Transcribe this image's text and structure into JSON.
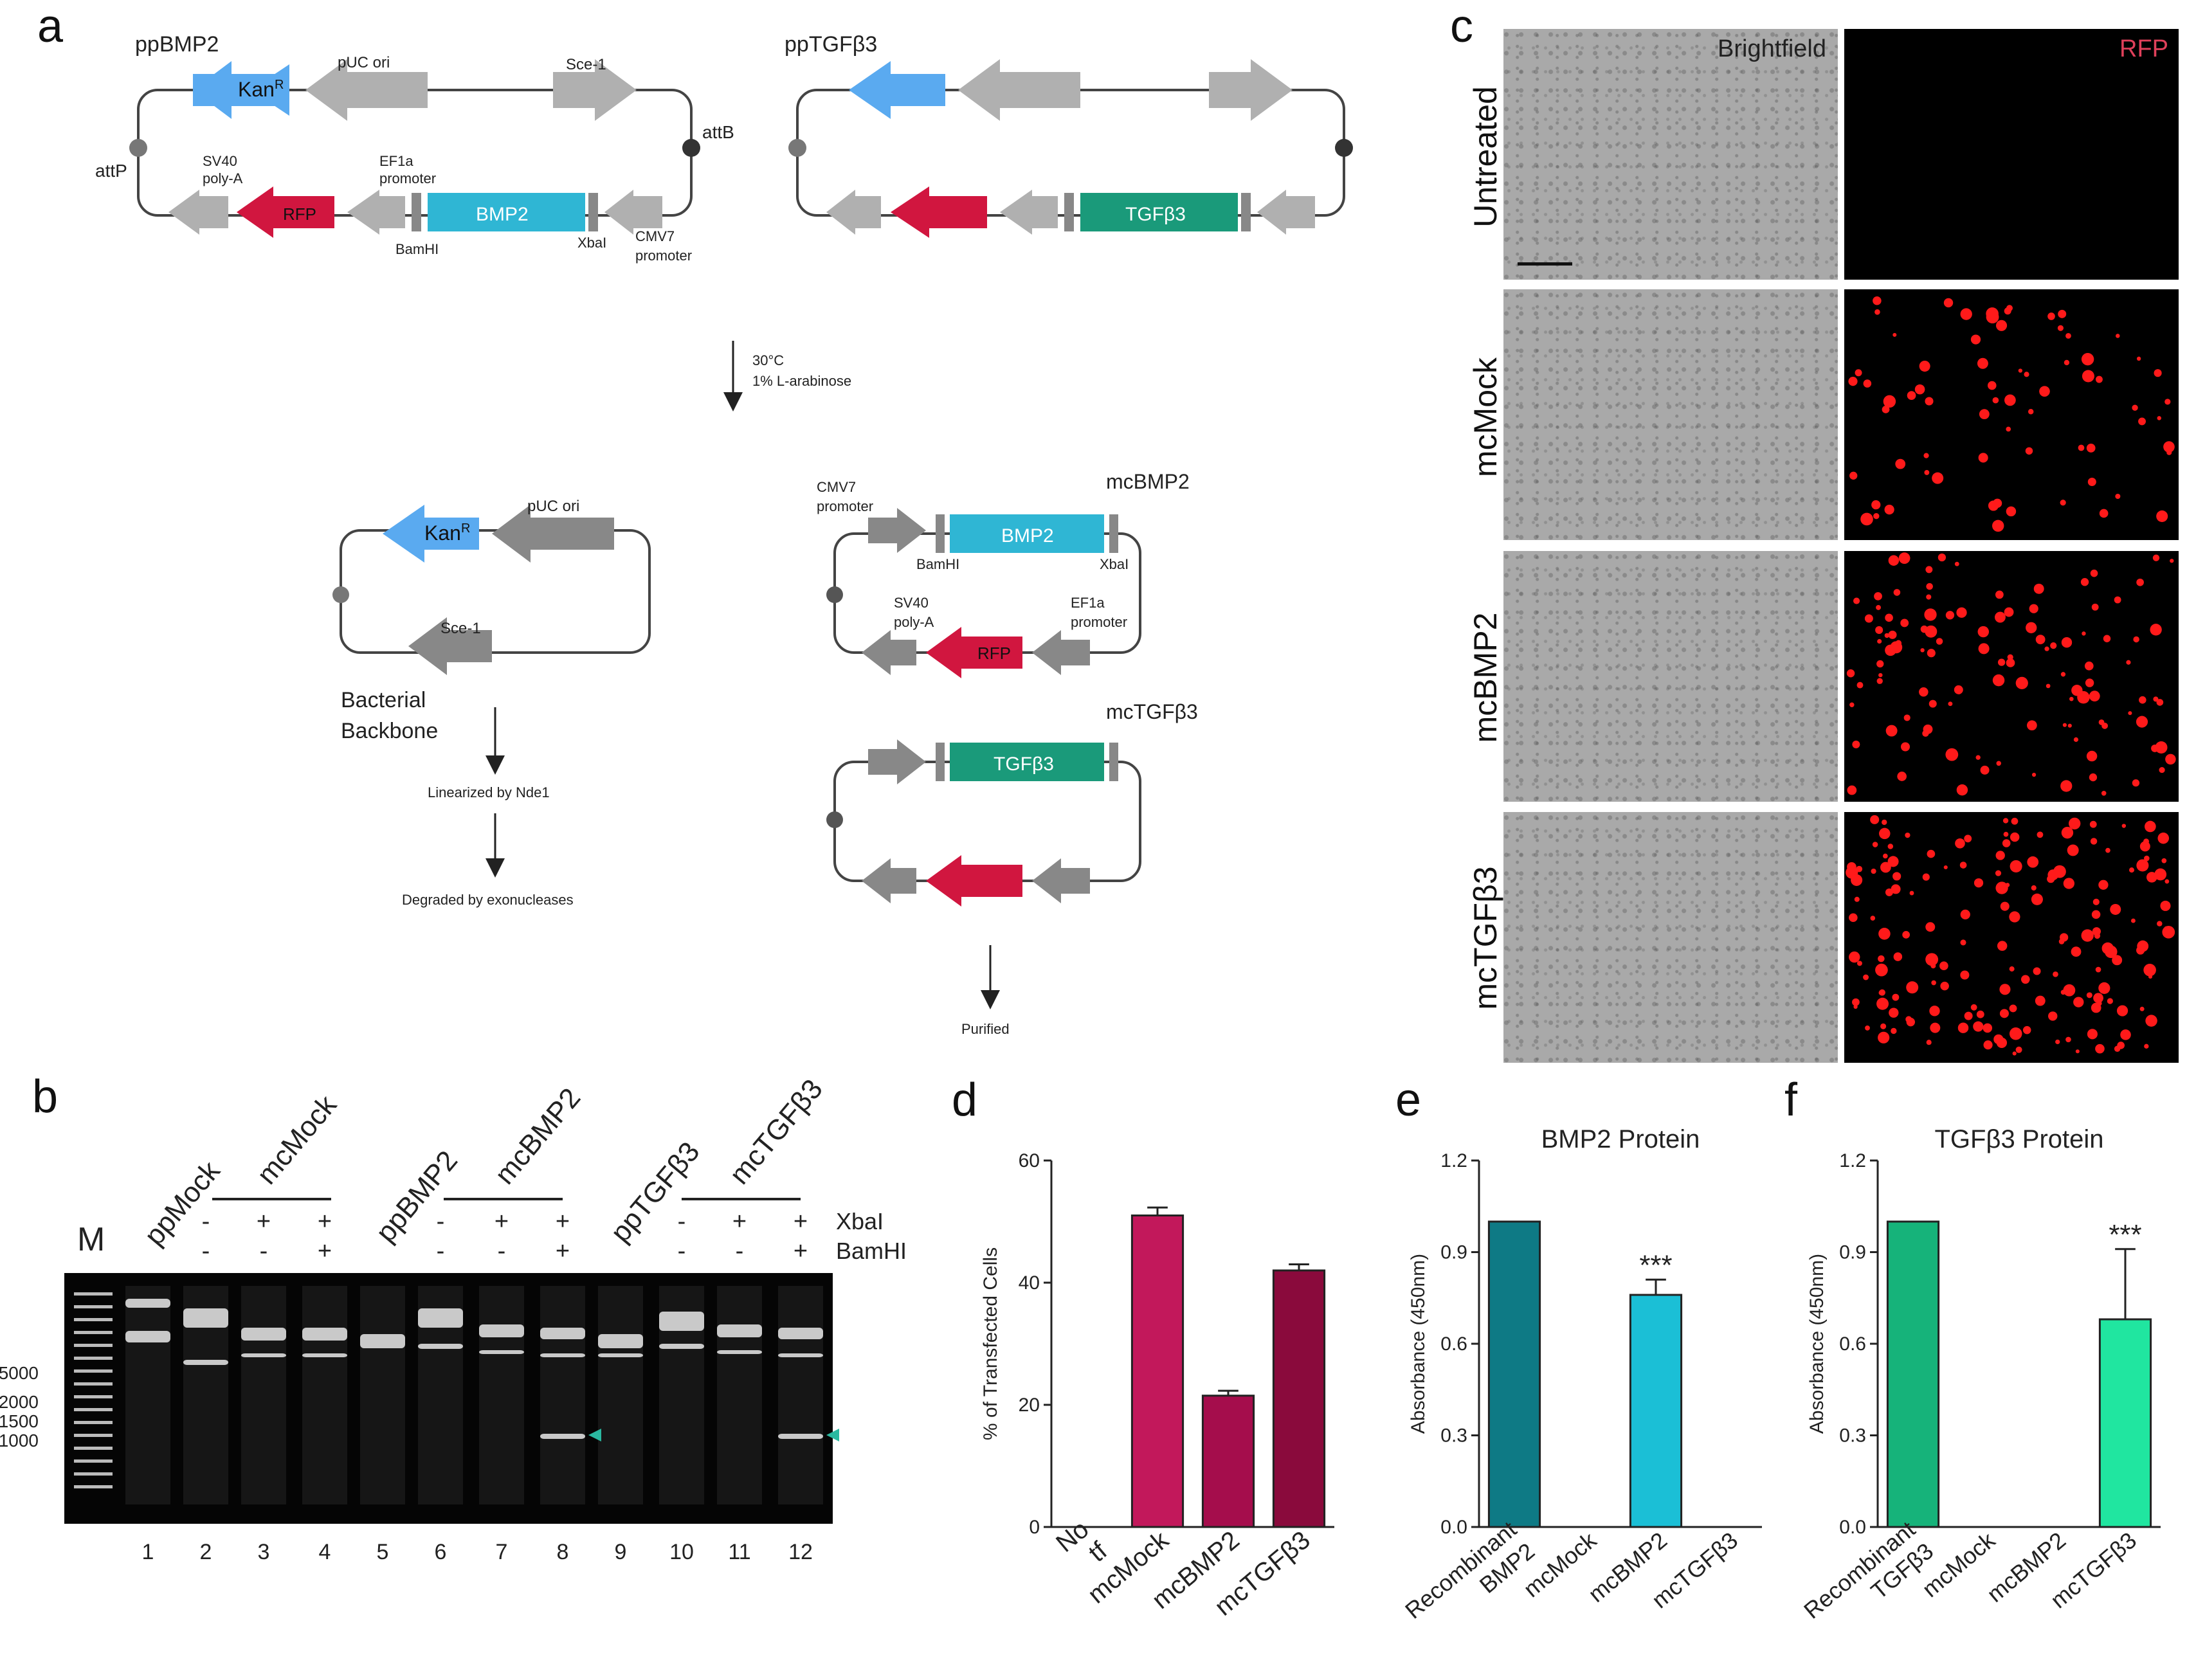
{
  "panels": {
    "a": "a",
    "b": "b",
    "c": "c",
    "d": "d",
    "e": "e",
    "f": "f"
  },
  "panel_a": {
    "ppBMP2": {
      "title": "ppBMP2",
      "kan": "Kan",
      "kan_sup": "R",
      "puc": "pUC ori",
      "sce": "Sce-1",
      "attP": "attP",
      "attB": "attB",
      "sv40_1": "SV40",
      "sv40_2": "poly-A",
      "rfp": "RFP",
      "ef1a_1": "EF1a",
      "ef1a_2": "promoter",
      "bmp2": "BMP2",
      "bamhi": "BamHI",
      "xbai": "XbaI",
      "cmv_1": "CMV7",
      "cmv_2": "promoter"
    },
    "ppTGFb3": {
      "title": "ppTGFβ3",
      "gene": "TGFβ3"
    },
    "recombination": {
      "line1": "30°C",
      "line2": "1% L-arabinose"
    },
    "backbone": {
      "kan": "Kan",
      "kan_sup": "R",
      "puc": "pUC ori",
      "sce": "Sce-1",
      "label1": "Bacterial",
      "label2": "Backbone",
      "step1": "Linearized by Nde1",
      "step2": "Degraded by exonucleases"
    },
    "mcBMP2": {
      "title": "mcBMP2",
      "cmv_1": "CMV7",
      "cmv_2": "promoter",
      "gene": "BMP2",
      "bamhi": "BamHI",
      "xbai": "XbaI",
      "sv40_1": "SV40",
      "sv40_2": "poly-A",
      "rfp": "RFP",
      "ef1a_1": "EF1a",
      "ef1a_2": "promoter"
    },
    "mcTGFb3": {
      "title": "mcTGFβ3",
      "gene": "TGFβ3",
      "step": "Purified"
    }
  },
  "panel_b": {
    "marker": "M",
    "groups": [
      {
        "label": "ppMock"
      },
      {
        "label": "mcMock"
      },
      {
        "label": "ppBMP2"
      },
      {
        "label": "mcBMP2"
      },
      {
        "label": "ppTGFβ3"
      },
      {
        "label": "mcTGFβ3"
      }
    ],
    "enzyme1": "XbaI",
    "enzyme2": "BamHI",
    "xbai_signs": [
      "-",
      "+",
      "+",
      "-",
      "+",
      "+",
      "-",
      "+",
      "+"
    ],
    "bamhi_signs": [
      "-",
      "-",
      "+",
      "-",
      "-",
      "+",
      "-",
      "-",
      "+"
    ],
    "ladder": [
      "5000",
      "2000",
      "1500",
      "1000"
    ],
    "lanes": [
      "1",
      "2",
      "3",
      "4",
      "5",
      "6",
      "7",
      "8",
      "9",
      "10",
      "11",
      "12"
    ]
  },
  "panel_c": {
    "col1": "Brightfield",
    "col2": "RFP",
    "rows": [
      "Untreated",
      "mcMock",
      "mcBMP2",
      "mcTGFβ3"
    ]
  },
  "chart_data": [
    {
      "id": "d",
      "type": "bar",
      "categories": [
        "No tf",
        "mcMock",
        "mcBMP2",
        "mcTGFβ3"
      ],
      "values": [
        0,
        51,
        21.5,
        42
      ],
      "errors": [
        0,
        1.3,
        0.8,
        1.0
      ],
      "colors": [
        "#c2185b",
        "#c2185b",
        "#a50d4c",
        "#8a0a3c"
      ],
      "ylabel": "% of Transfected Cells",
      "ylim": [
        0,
        60
      ],
      "yticks": [
        "0",
        "20",
        "40",
        "60"
      ]
    },
    {
      "id": "e",
      "type": "bar",
      "title": "BMP2 Protein",
      "categories": [
        "Recombinant BMP2",
        "mcMock",
        "mcBMP2",
        "mcTGFβ3"
      ],
      "values": [
        1.0,
        0,
        0.76,
        0
      ],
      "errors": [
        0,
        0,
        0.05,
        0
      ],
      "colors": [
        "#0e7a85",
        "#0e7a85",
        "#1bbfd6",
        "#1bbfd6"
      ],
      "ylabel": "Absorbance (450nm)",
      "ylim": [
        0,
        1.2
      ],
      "yticks": [
        "0.0",
        "0.3",
        "0.6",
        "0.9",
        "1.2"
      ],
      "annotation": "***"
    },
    {
      "id": "f",
      "type": "bar",
      "title": "TGFβ3 Protein",
      "categories": [
        "Recombinant TGFβ3",
        "mcMock",
        "mcBMP2",
        "mcTGFβ3"
      ],
      "values": [
        1.0,
        0,
        0,
        0.68
      ],
      "errors": [
        0,
        0,
        0,
        0.23
      ],
      "colors": [
        "#16b37a",
        "#16b37a",
        "#16b37a",
        "#20e6a0"
      ],
      "ylabel": "Absorbance (450nm)",
      "ylim": [
        0,
        1.2
      ],
      "yticks": [
        "0.0",
        "0.3",
        "0.6",
        "0.9",
        "1.2"
      ],
      "annotation": "***"
    }
  ]
}
